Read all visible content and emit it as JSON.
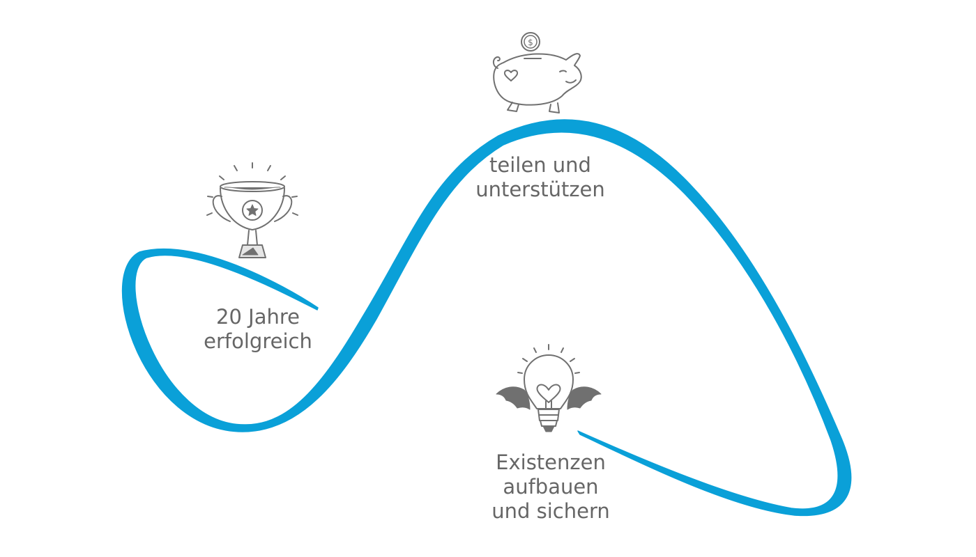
{
  "diagram": {
    "colors": {
      "curve": "#0aa0d8",
      "text": "#666666",
      "icon": "#707070"
    },
    "milestones": [
      {
        "icon": "trophy-icon",
        "lines": [
          "20 Jahre",
          "erfolgreich"
        ]
      },
      {
        "icon": "piggy-bank-icon",
        "lines": [
          "teilen und",
          "unterstützen"
        ]
      },
      {
        "icon": "winged-lightbulb-icon",
        "lines": [
          "Existenzen",
          "aufbauen",
          "und sichern"
        ]
      }
    ]
  }
}
